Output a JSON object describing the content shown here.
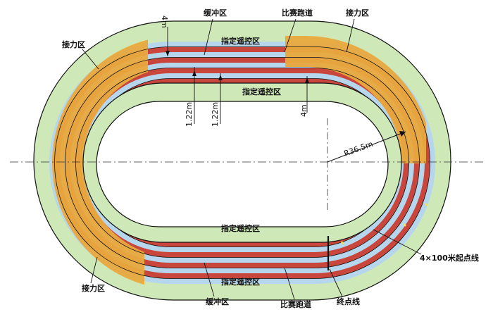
{
  "labels": {
    "relay_top_left": "接力区",
    "relay_top_right": "接力区",
    "relay_bottom_left": "接力区",
    "buffer_top": "缓冲区",
    "buffer_bottom": "缓冲区",
    "competition_lane_top": "比赛跑道",
    "competition_lane_bottom": "比赛跑道",
    "designated_control_outer_top": "指定遥控区",
    "designated_control_inner_top": "指定遥控区",
    "designated_control_inner_bottom": "指定遥控区",
    "designated_control_outer_bottom": "指定遥控区",
    "finish_line": "终点线",
    "relay_start_line": "4×100米起点线"
  },
  "dimensions": {
    "gap_top": "4m",
    "gap_right": "4m",
    "lane_width_1": "1.22m",
    "lane_width_2": "1.22m",
    "radius": "R36.5m"
  },
  "colors": {
    "outer_band": "#cfe8b8",
    "lane_red": "#c9463c",
    "lane_blue": "#b5d6ec",
    "relay_orange": "#e9a93d",
    "infield": "#ffffff",
    "line": "#111111"
  }
}
